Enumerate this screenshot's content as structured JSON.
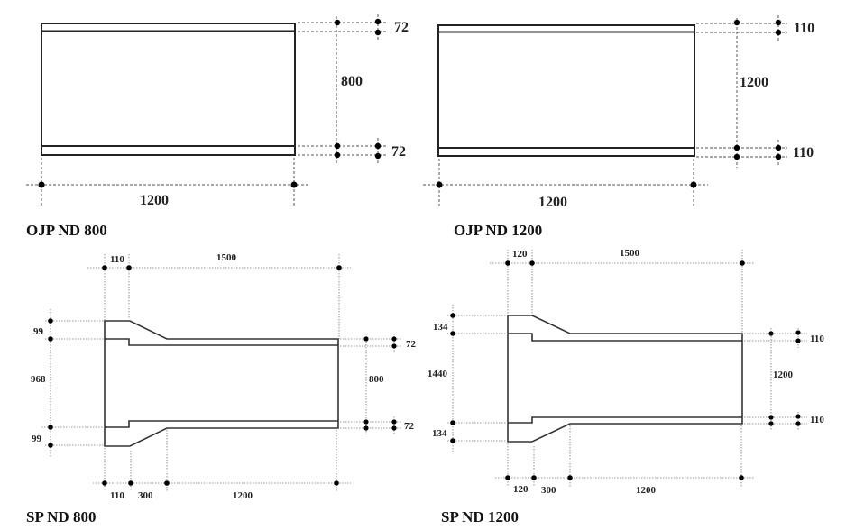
{
  "figures": [
    {
      "title": "OJP ND 800",
      "type": "plain-pipe",
      "dimensions": {
        "length": "1200",
        "inner_diameter": "800",
        "wall_top": "72",
        "wall_bottom": "72"
      }
    },
    {
      "title": "OJP ND 1200",
      "type": "plain-pipe",
      "dimensions": {
        "length": "1200",
        "inner_diameter": "1200",
        "wall_top": "110",
        "wall_bottom": "110"
      }
    },
    {
      "title": "SP ND 800",
      "type": "socket-pipe",
      "dimensions": {
        "top_socket": "110",
        "top_total": "1500",
        "left_bell_top": "99",
        "left_inner": "968",
        "left_bell_bottom": "99",
        "inner_diameter": "800",
        "wall_top": "72",
        "wall_bottom": "72",
        "bottom_socket": "110",
        "bottom_taper": "300",
        "bottom_barrel": "1200"
      }
    },
    {
      "title": "SP ND 1200",
      "type": "socket-pipe",
      "dimensions": {
        "top_socket": "120",
        "top_total": "1500",
        "left_bell_top": "134",
        "left_inner": "1440",
        "left_bell_bottom": "134",
        "inner_diameter": "1200",
        "wall_top": "110",
        "wall_bottom": "110",
        "bottom_socket": "120",
        "bottom_taper": "300",
        "bottom_barrel": "1200"
      }
    }
  ]
}
